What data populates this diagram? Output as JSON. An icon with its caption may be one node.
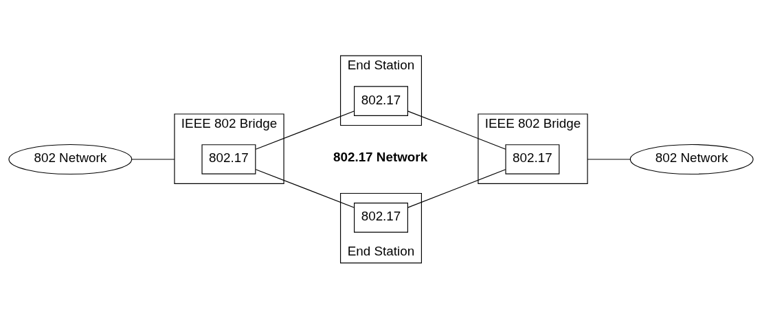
{
  "diagram": {
    "nodes": [
      {
        "text": [
          "802 Network"
        ]
      },
      {
        "text": [
          "End Station"
        ]
      },
      {
        "text": [
          "802.17"
        ],
        "in": 1
      },
      {
        "text": [
          "802 Network"
        ]
      },
      {
        "text": [
          "IEEE 802 Bridge"
        ]
      },
      {
        "text": [
          "802.17"
        ],
        "in": 4
      },
      {
        "text": [
          "IEEE 802 Bridge"
        ]
      },
      {
        "text": [
          "802.17"
        ],
        "in": 6
      },
      {
        "text": [
          "End Station"
        ]
      },
      {
        "text": [
          "802.17"
        ],
        "in": 8
      }
    ],
    "edges": [
      {
        "from": 0,
        "to": 4,
        "arrow": "none"
      },
      {
        "from": 6,
        "to": 3,
        "arrow": "none"
      },
      {
        "from": 5,
        "to": 2,
        "arrow": "none"
      },
      {
        "from": 2,
        "to": 7,
        "arrow": "none"
      },
      {
        "from": 5,
        "to": 9,
        "arrow": "none"
      },
      {
        "from": 9,
        "to": 7,
        "arrow": "none"
      }
    ],
    "labels": [
      "802.17 Network"
    ]
  }
}
